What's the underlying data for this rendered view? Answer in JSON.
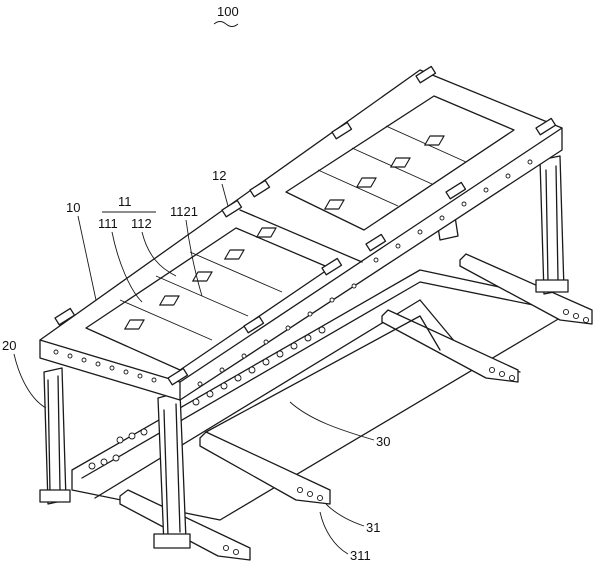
{
  "labels": {
    "ref_100": "100",
    "ref_10": "10",
    "ref_11": "11",
    "ref_111": "111",
    "ref_112": "112",
    "ref_1121": "1121",
    "ref_12": "12",
    "ref_20": "20",
    "ref_30": "30",
    "ref_31": "31",
    "ref_311": "311"
  }
}
